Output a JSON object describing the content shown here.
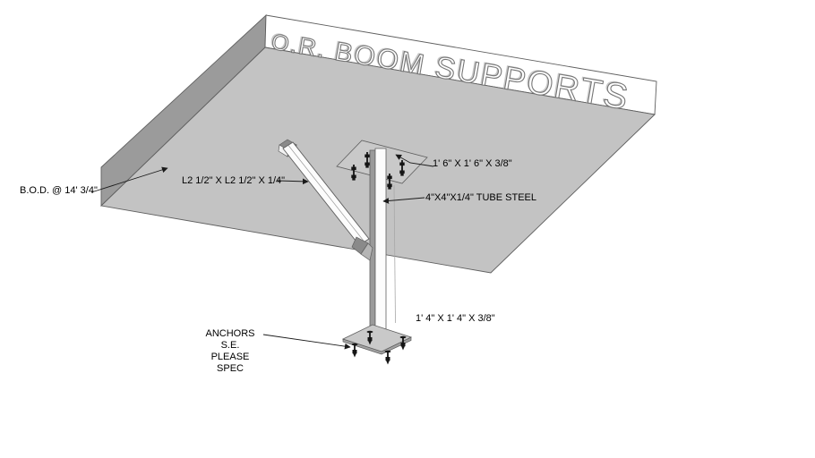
{
  "title": "O.R. BOOM SUPPORTS",
  "labels": {
    "bod": "B.O.D. @ 14' 3/4\"",
    "brace": "L2 1/2\" X L2 1/2\" X 1/4\"",
    "top_plate": "1' 6\" X 1' 6\" X 3/8\"",
    "tube": "4\"X4\"X1/4\" TUBE STEEL",
    "base_plate": "1' 4\" X 1' 4\" X 3/8\"",
    "anchors_line1": "ANCHORS S.E.",
    "anchors_line2": "PLEASE SPEC"
  },
  "colors": {
    "background": "#ffffff",
    "soffit": "#c3c3c3",
    "slab_side": "#9b9b9b",
    "slab_face": "#ffffff",
    "edge_line": "#5f5f5f",
    "steel_face": "#fcfcfc",
    "tube_side": "#9a9a9a",
    "plate_fill": "#c9c9c9",
    "plate_edge": "#a2a2a2",
    "hardware": "#151515",
    "leader": "#1a1a1a",
    "label_text": "#000000",
    "bracket_dark": "#8a8a8a",
    "bracket_mid": "#b5b5b5"
  }
}
